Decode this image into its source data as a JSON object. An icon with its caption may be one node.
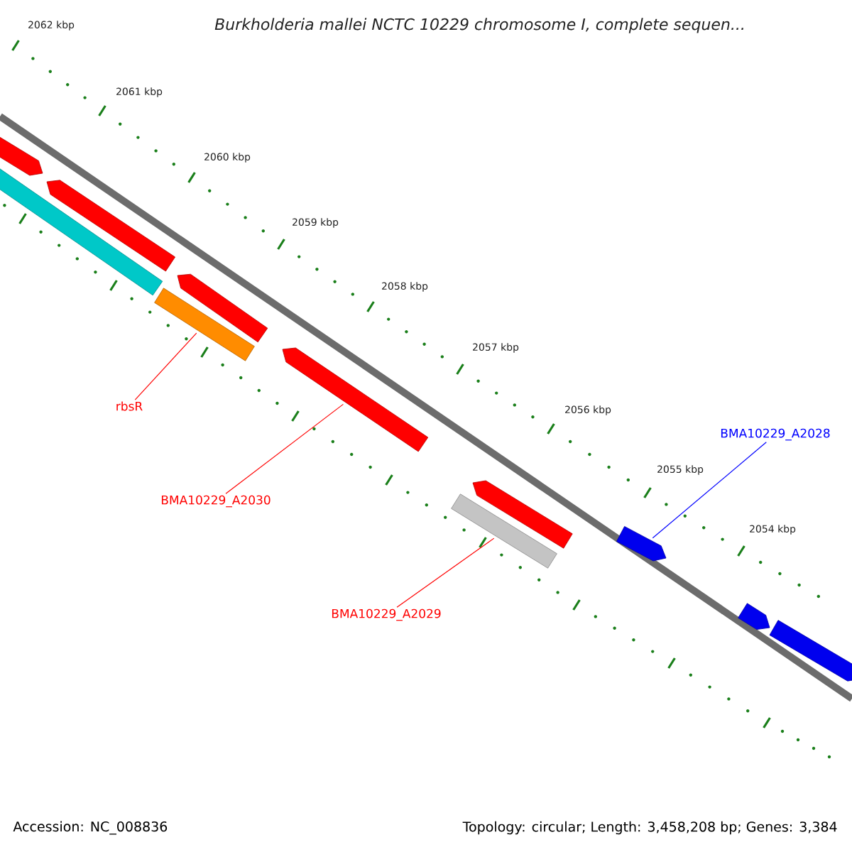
{
  "diagram": {
    "title": "Burkholderia mallei NCTC 10229 chromosome I, complete sequen...",
    "nodes": [
      {
        "text": [
          "rbsR"
        ]
      },
      {
        "text": [],
        "shape": "bar"
      },
      {
        "text": [
          "BMA10229_A2030"
        ]
      },
      {
        "text": [],
        "shape": "bar"
      },
      {
        "text": [
          "BMA10229_A2029"
        ]
      },
      {
        "text": [],
        "shape": "bar"
      },
      {
        "text": [
          "BMA10229_A2028"
        ]
      },
      {
        "text": [],
        "shape": "bar"
      },
      {
        "text": [],
        "shape": "bar"
      },
      {
        "text": [],
        "shape": "bar"
      },
      {
        "text": [],
        "shape": "bar"
      },
      {
        "text": [],
        "shape": "bar"
      },
      {
        "text": [],
        "shape": "bar"
      },
      {
        "text": [],
        "shape": "bar"
      },
      {
        "text": [],
        "shape": "bar"
      }
    ],
    "edges": [
      {
        "from": 0,
        "to": 1,
        "arrow": "none"
      },
      {
        "from": 2,
        "to": 3,
        "arrow": "none"
      },
      {
        "from": 4,
        "to": 5,
        "arrow": "none"
      },
      {
        "from": 6,
        "to": 7,
        "arrow": "none",
        "color": "#0000ff"
      }
    ],
    "labels": [
      "2062 kbp",
      "2061 kbp",
      "2060 kbp",
      "2059 kbp",
      "2058 kbp",
      "2057 kbp",
      "2056 kbp",
      "2055 kbp",
      "2054 kbp",
      "Accession: NC_008836",
      "Topology: circular; Length: 3,458,208 bp; Genes: 3,384"
    ]
  }
}
